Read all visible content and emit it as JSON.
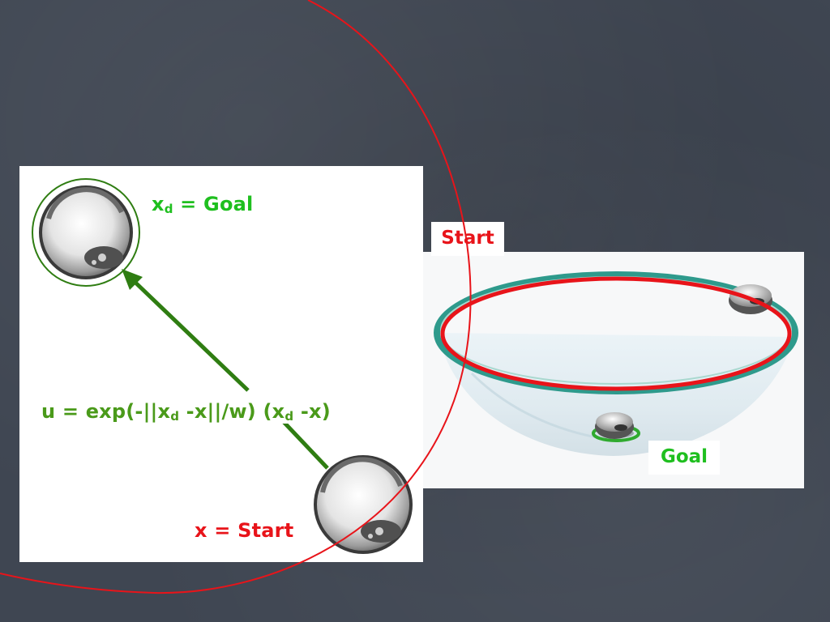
{
  "colors": {
    "background": "#3f4652",
    "goal_green": "#1fbf1f",
    "path_green": "#2f7d12",
    "formula_green": "#4a9a1a",
    "start_red": "#e8141a"
  },
  "left_diagram": {
    "goal_label": {
      "var": "x",
      "sub": "d",
      "text": " = Goal"
    },
    "formula": {
      "part1": "u = exp(-||x",
      "sub1": "d",
      "part2": " -x||/w) (x",
      "sub2": "d",
      "part3": " -x)"
    },
    "start_label": "x = Start"
  },
  "right_diagram": {
    "start_tag": "Start",
    "goal_tag": "Goal"
  },
  "icons": [
    "robot-vacuum-icon",
    "glass-bowl-icon",
    "arrow-icon"
  ]
}
